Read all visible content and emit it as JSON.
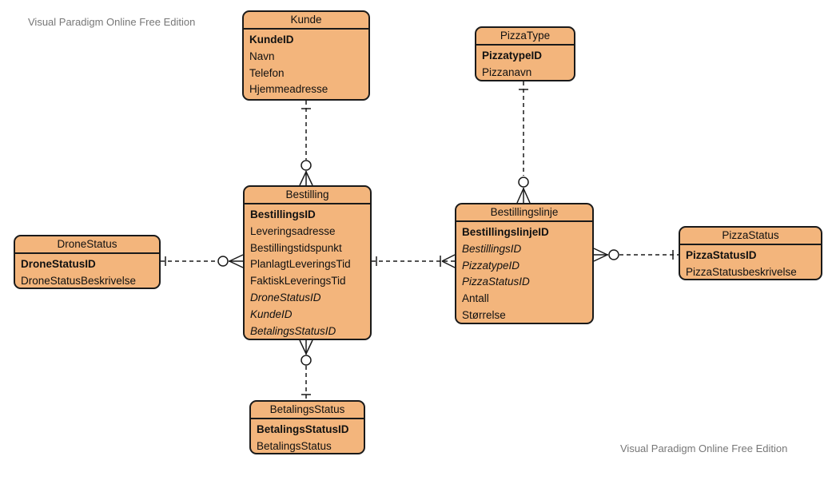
{
  "watermarks": {
    "top": "Visual Paradigm Online Free Edition",
    "bottom": "Visual Paradigm Online Free Edition"
  },
  "colors": {
    "entity_fill": "#f3b57c",
    "entity_border": "#1a1a1a",
    "line": "#1a1a1a",
    "watermark": "#777777"
  },
  "entities": {
    "kunde": {
      "title": "Kunde",
      "attributes": [
        {
          "name": "KundeID",
          "kind": "pk"
        },
        {
          "name": "Navn",
          "kind": "plain"
        },
        {
          "name": "Telefon",
          "kind": "plain"
        },
        {
          "name": "Hjemmeadresse",
          "kind": "plain"
        }
      ]
    },
    "pizzatype": {
      "title": "PizzaType",
      "attributes": [
        {
          "name": "PizzatypeID",
          "kind": "pk"
        },
        {
          "name": "Pizzanavn",
          "kind": "plain"
        }
      ]
    },
    "bestilling": {
      "title": "Bestilling",
      "attributes": [
        {
          "name": "BestillingsID",
          "kind": "pk"
        },
        {
          "name": "Leveringsadresse",
          "kind": "plain"
        },
        {
          "name": "Bestillingstidspunkt",
          "kind": "plain"
        },
        {
          "name": "PlanlagtLeveringsTid",
          "kind": "plain"
        },
        {
          "name": "FaktiskLeveringsTid",
          "kind": "plain"
        },
        {
          "name": "DroneStatusID",
          "kind": "fk"
        },
        {
          "name": "KundeID",
          "kind": "fk"
        },
        {
          "name": "BetalingsStatusID",
          "kind": "fk"
        }
      ]
    },
    "bestillingslinje": {
      "title": "Bestillingslinje",
      "attributes": [
        {
          "name": "BestillingslinjeID",
          "kind": "pk"
        },
        {
          "name": "BestillingsID",
          "kind": "fk"
        },
        {
          "name": "PizzatypeID",
          "kind": "fk"
        },
        {
          "name": "PizzaStatusID",
          "kind": "fk"
        },
        {
          "name": "Antall",
          "kind": "plain"
        },
        {
          "name": "Størrelse",
          "kind": "plain"
        }
      ]
    },
    "dronestatus": {
      "title": "DroneStatus",
      "attributes": [
        {
          "name": "DroneStatusID",
          "kind": "pk"
        },
        {
          "name": "DroneStatusBeskrivelse",
          "kind": "plain"
        }
      ]
    },
    "pizzastatus": {
      "title": "PizzaStatus",
      "attributes": [
        {
          "name": "PizzaStatusID",
          "kind": "pk"
        },
        {
          "name": "PizzaStatusbeskrivelse",
          "kind": "plain"
        }
      ]
    },
    "betalingsstatus": {
      "title": "BetalingsStatus",
      "attributes": [
        {
          "name": "BetalingsStatusID",
          "kind": "pk"
        },
        {
          "name": "BetalingsStatus",
          "kind": "plain"
        }
      ]
    }
  },
  "relationships": [
    {
      "from": "kunde",
      "to": "bestilling",
      "from_end": "one",
      "to_end": "zero-or-many"
    },
    {
      "from": "pizzatype",
      "to": "bestillingslinje",
      "from_end": "one",
      "to_end": "zero-or-many"
    },
    {
      "from": "dronestatus",
      "to": "bestilling",
      "from_end": "one",
      "to_end": "zero-or-many"
    },
    {
      "from": "bestilling",
      "to": "bestillingslinje",
      "from_end": "one",
      "to_end": "one-or-many"
    },
    {
      "from": "pizzastatus",
      "to": "bestillingslinje",
      "from_end": "one",
      "to_end": "zero-or-many"
    },
    {
      "from": "betalingsstatus",
      "to": "bestilling",
      "from_end": "one",
      "to_end": "zero-or-many"
    }
  ]
}
